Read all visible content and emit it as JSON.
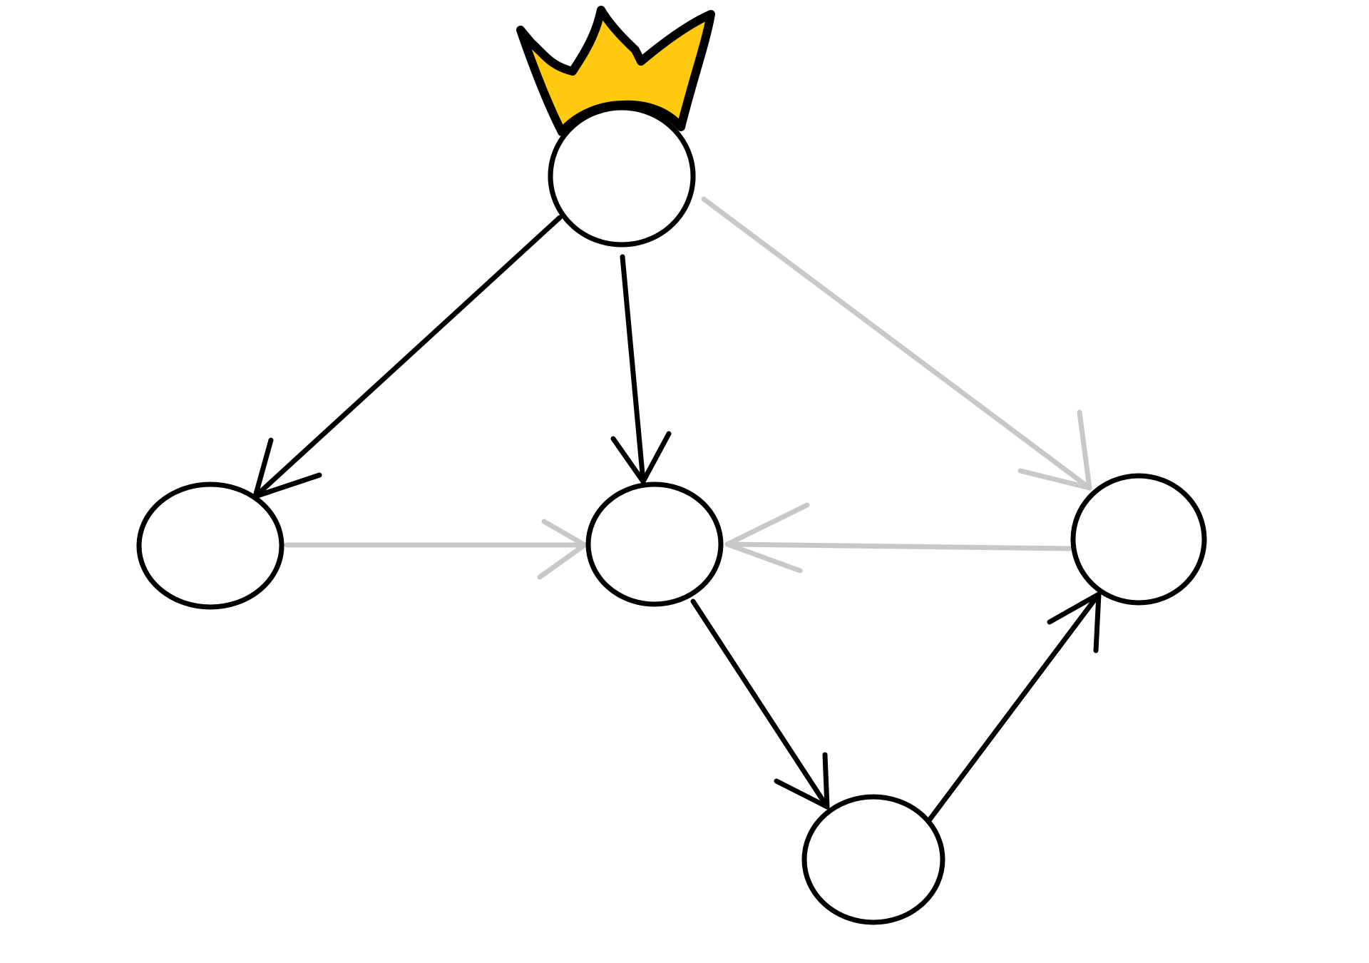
{
  "diagram": {
    "type": "directed-graph",
    "colors": {
      "background": "#ffffff",
      "node_stroke": "#000000",
      "node_fill": "#ffffff",
      "active_edge": "#000000",
      "inactive_edge": "#c8c8c8",
      "crown_fill": "#ffc90e",
      "crown_stroke": "#000000"
    },
    "root_marker": "crown-icon",
    "nodes": [
      {
        "id": "root",
        "is_root": true
      },
      {
        "id": "left",
        "is_root": false
      },
      {
        "id": "center",
        "is_root": false
      },
      {
        "id": "right",
        "is_root": false
      },
      {
        "id": "bottom",
        "is_root": false
      }
    ],
    "edges": [
      {
        "from": "root",
        "to": "left",
        "status": "active"
      },
      {
        "from": "root",
        "to": "center",
        "status": "active"
      },
      {
        "from": "root",
        "to": "right",
        "status": "inactive"
      },
      {
        "from": "left",
        "to": "center",
        "status": "inactive"
      },
      {
        "from": "right",
        "to": "center",
        "status": "inactive"
      },
      {
        "from": "center",
        "to": "bottom",
        "status": "active"
      },
      {
        "from": "bottom",
        "to": "right",
        "status": "active"
      }
    ]
  }
}
